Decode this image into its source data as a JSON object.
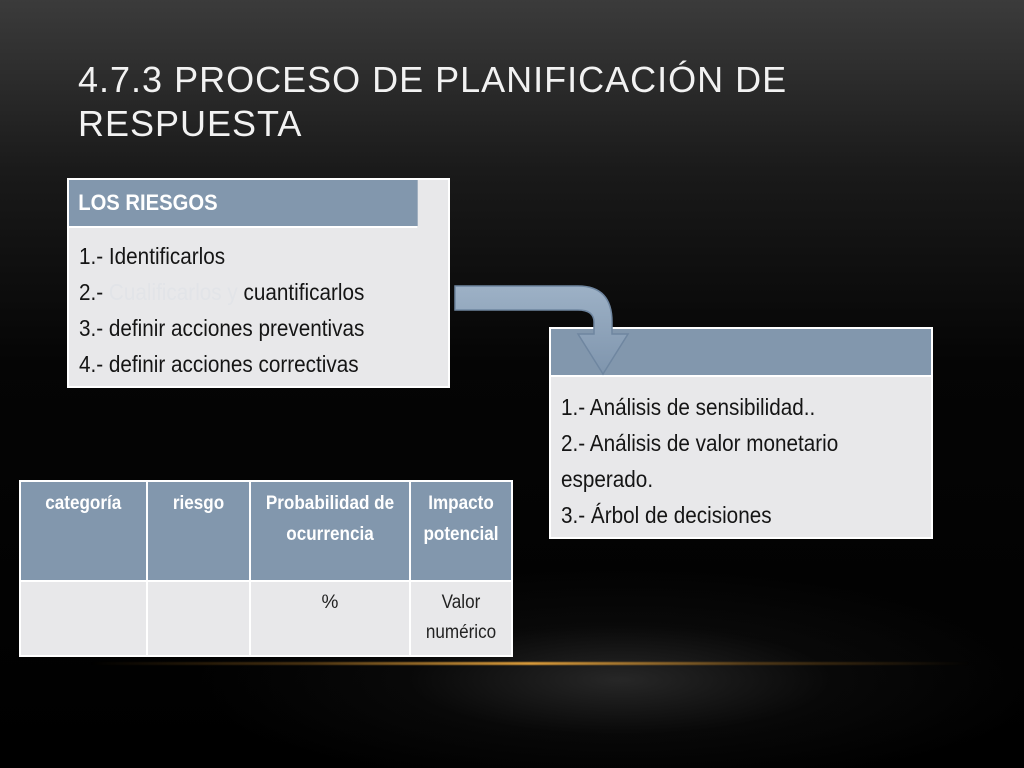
{
  "slide": {
    "title": "4.7.3 Proceso de planificación de respuesta"
  },
  "riesgos_box": {
    "header": "LOS RIESGOS",
    "items": [
      {
        "text": "1.- Identificarlos"
      },
      {
        "prefix": "2.- ",
        "faint": "Cualificarlos y ",
        "text": "cuantificarlos"
      },
      {
        "text": "3.- definir acciones preventivas"
      },
      {
        "text": "4.- definir acciones correctivas"
      }
    ]
  },
  "analisis_box": {
    "header": "",
    "items": [
      "1.- Análisis de sensibilidad..",
      "2.- Análisis de valor monetario esperado.",
      "3.- Árbol de decisiones"
    ]
  },
  "tabla": {
    "headers": [
      "categoría",
      "riesgo",
      "Probabilidad de ocurrencia",
      "Impacto potencial"
    ],
    "rows": [
      [
        "",
        "",
        "%",
        "Valor numérico"
      ]
    ]
  },
  "colors": {
    "header_bg": "#8297ad",
    "body_bg": "#e8e8ea",
    "arrow_fill": "#8aa0b8",
    "glow_line": "#d89a3a"
  },
  "icons": {
    "connector": "curved-down-arrow-icon"
  }
}
